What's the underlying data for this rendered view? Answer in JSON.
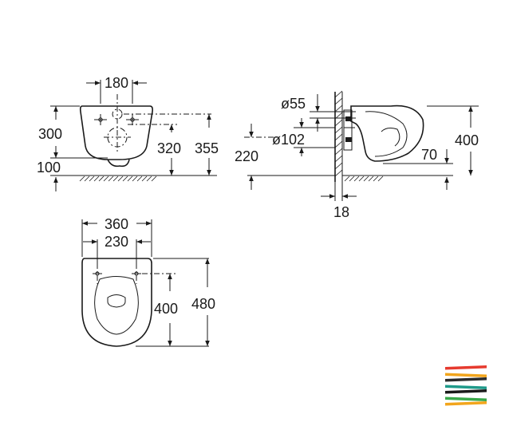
{
  "front_view": {
    "d_180": "180",
    "d_300": "300",
    "d_320": "320",
    "d_355": "355",
    "d_100": "100"
  },
  "side_view": {
    "d_55": "ø55",
    "d_102": "ø102",
    "d_220": "220",
    "d_400": "400",
    "d_70": "70",
    "d_18": "18"
  },
  "top_view": {
    "d_360": "360",
    "d_230": "230",
    "d_400": "400",
    "d_480": "480"
  },
  "logo": {
    "stripe_colors": [
      "#e63a2e",
      "#f2a51c",
      "#2b2b2b",
      "#1f9a8a",
      "#1a1a1a",
      "#3aa84a",
      "#f2a51c"
    ]
  }
}
